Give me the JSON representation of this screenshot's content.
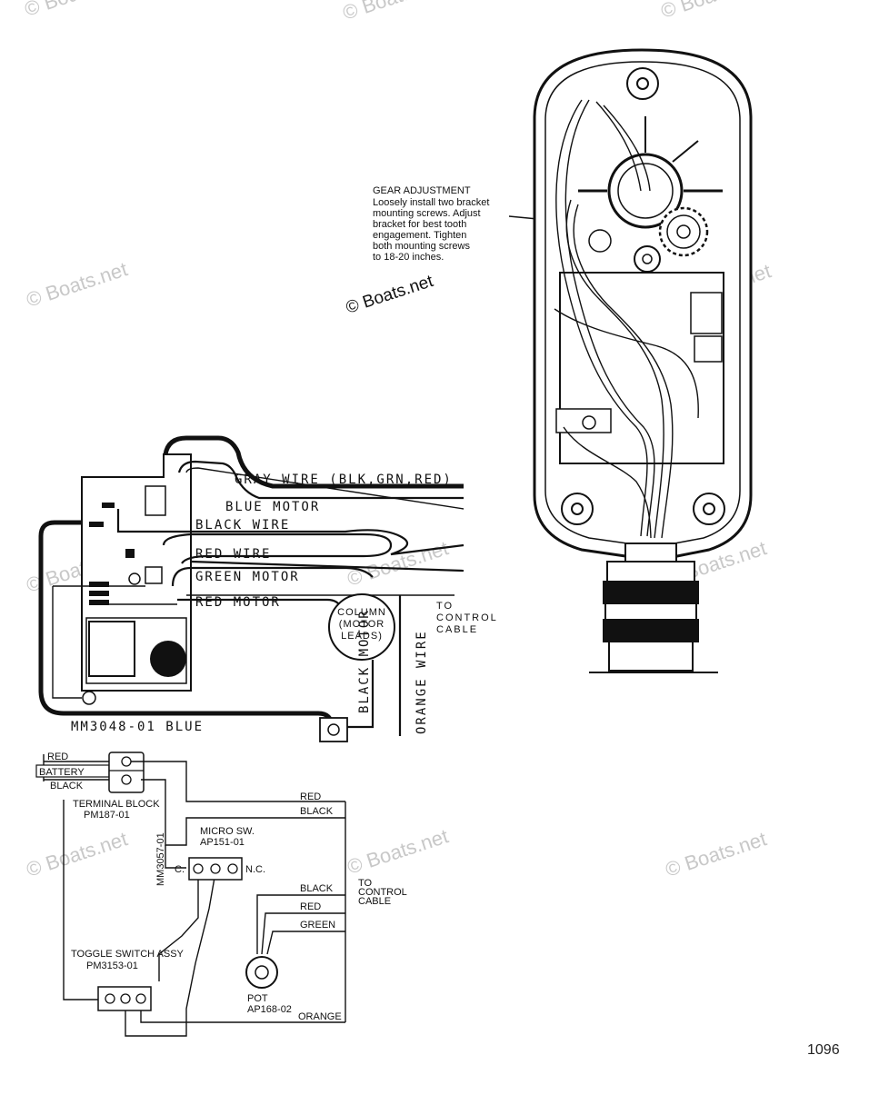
{
  "watermarks": {
    "brand": "© Boats.net",
    "inline_brand": "© Boats.net"
  },
  "page_number": "1096",
  "gear_note": {
    "title": "GEAR ADJUSTMENT",
    "lines": [
      "Loosely install two bracket",
      "mounting screws. Adjust",
      "bracket for best tooth",
      "engagement. Tighten",
      "both mounting screws",
      "to 18-20 inches."
    ]
  },
  "wiring_upper": {
    "gray_wire": "GRAY WIRE (BLK,GRN,RED)",
    "blue_motor": "BLUE MOTOR",
    "black_wire": "BLACK WIRE",
    "red_wire": "RED WIRE",
    "green_motor": "GREEN MOTOR",
    "red_motor": "RED MOTOR",
    "column_line1": "COLUMN",
    "column_line2": "(MOTOR",
    "column_line3": "LEADS)",
    "black_motor": "BLACK MOTOR",
    "orange_wire": "ORANGE WIRE",
    "to_control_line1": "TO",
    "to_control_line2": "CONTROL",
    "to_control_line3": "CABLE",
    "board_part": "MM3048-01 BLUE"
  },
  "wiring_lower": {
    "red": "RED",
    "battery": "BATTERY",
    "black": "BLACK",
    "terminal_block_line1": "TERMINAL BLOCK",
    "terminal_block_line2": "PM187-01",
    "harness_part": "MM3057-01",
    "red_right": "RED",
    "black_right": "BLACK",
    "micro_sw_line1": "MICRO SW.",
    "micro_sw_line2": "AP151-01",
    "c_label": "C.",
    "nc_label": "N.C.",
    "black_pot": "BLACK",
    "red_pot": "RED",
    "green_pot": "GREEN",
    "to_control_line1": "TO",
    "to_control_line2": "CONTROL",
    "to_control_line3": "CABLE",
    "toggle_line1": "TOGGLE SWITCH ASSY",
    "toggle_line2": "PM3153-01",
    "pot_line1": "POT",
    "pot_line2": "AP168-02",
    "orange": "ORANGE"
  }
}
